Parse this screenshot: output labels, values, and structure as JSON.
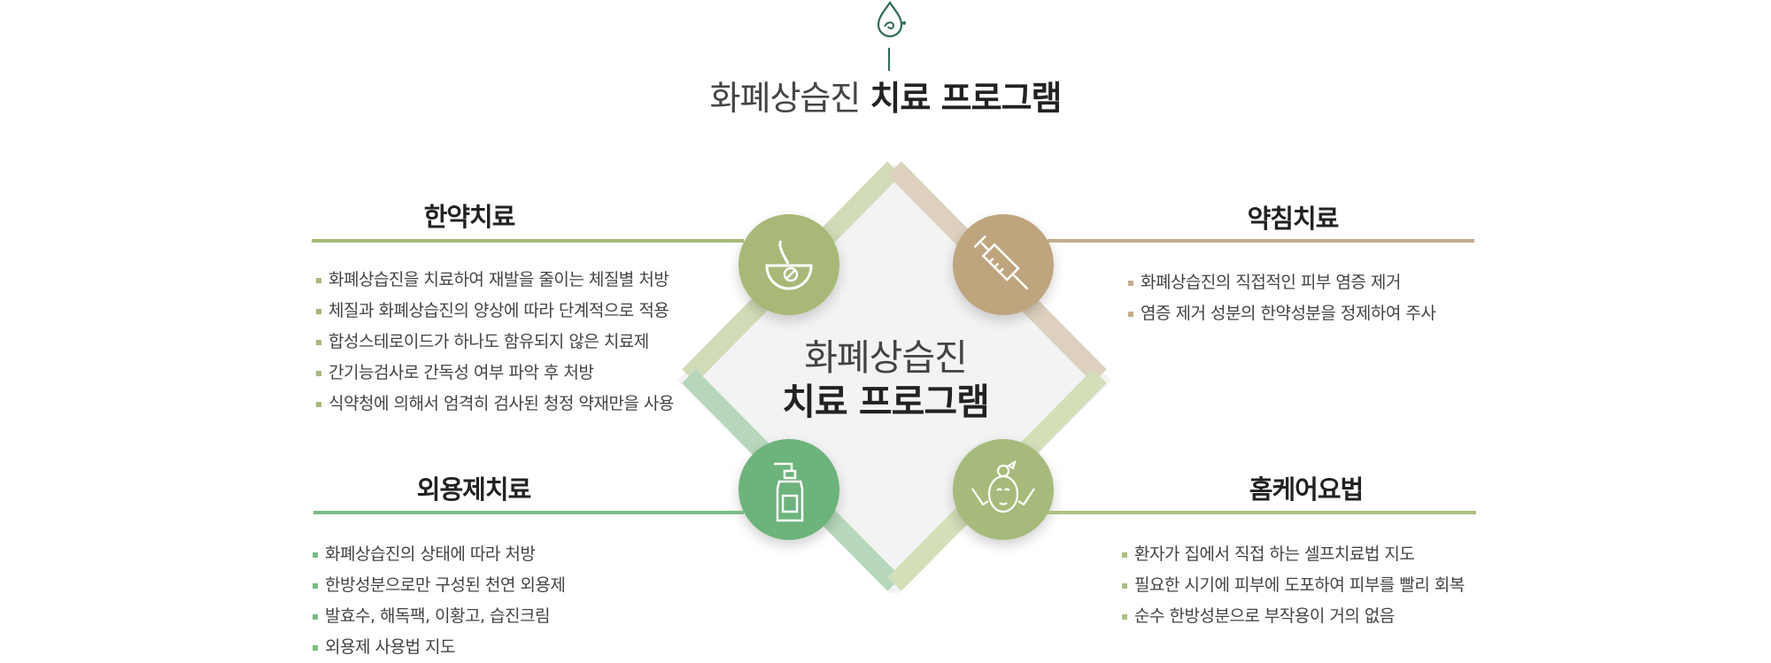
{
  "header": {
    "title_light": "화폐상습진",
    "title_bold": "치료 프로그램"
  },
  "center": {
    "line1": "화폐상습진",
    "line2": "치료 프로그램"
  },
  "colors": {
    "olive": "#a8b877",
    "brown": "#bfa57e",
    "green": "#6db37c",
    "sage": "#a6bb7b",
    "line_left_top": "#a7b97a",
    "line_right_top": "#c2ae8c",
    "line_left_bottom": "#7dbc86",
    "line_right_bottom": "#abc17f"
  },
  "sections": {
    "herbal": {
      "title": "한약치료",
      "icon": "mortar-pestle-icon",
      "items": [
        "화폐상습진을 치료하여 재발을 줄이는 체질별 처방",
        "체질과 화폐상습진의 양상에 따라 단계적으로 적용",
        "합성스테로이드가 하나도 함유되지 않은 치료제",
        "간기능검사로 간독성 여부 파악 후 처방",
        "식약청에 의해서 엄격히 검사된 청정 약재만을 사용"
      ]
    },
    "acupuncture": {
      "title": "약침치료",
      "icon": "syringe-icon",
      "items": [
        "화폐상습진의 직접적인 피부 염증 제거",
        "염증 제거 성분의 한약성분을 정제하여 주사"
      ]
    },
    "topical": {
      "title": "외용제치료",
      "icon": "pump-bottle-icon",
      "items": [
        "화폐상습진의 상태에 따라 처방",
        "한방성분으로만 구성된 천연 외용제",
        "발효수, 해독팩, 이황고, 습진크림",
        "외용제 사용법 지도"
      ]
    },
    "homecare": {
      "title": "홈케어요법",
      "icon": "face-care-icon",
      "items": [
        "환자가 집에서 직접 하는 셀프치료법 지도",
        "필요한 시기에 피부에 도포하여 피부를 빨리 회복",
        "순수 한방성분으로 부작용이 거의 없음"
      ]
    }
  }
}
